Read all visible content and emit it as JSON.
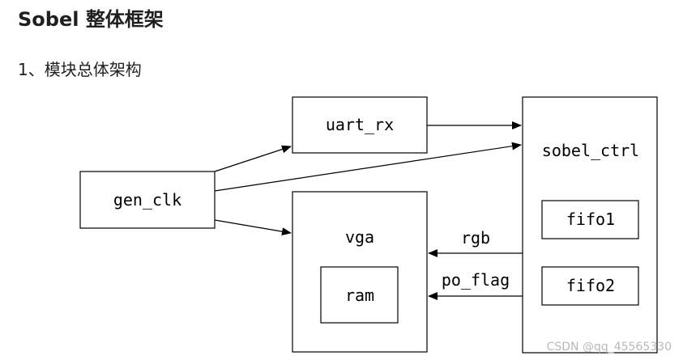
{
  "header": {
    "title": "Sobel 整体框架",
    "subtitle": "1、模块总体架构"
  },
  "diagram": {
    "modules": {
      "uart_rx": "uart_rx",
      "gen_clk": "gen_clk",
      "sobel_ctrl": "sobel_ctrl",
      "fifo1": "fifo1",
      "fifo2": "fifo2",
      "vga": "vga",
      "ram": "ram"
    },
    "signals": {
      "rgb": "rgb",
      "po_flag": "po_flag"
    }
  },
  "watermark": "CSDN @qq_45565330"
}
